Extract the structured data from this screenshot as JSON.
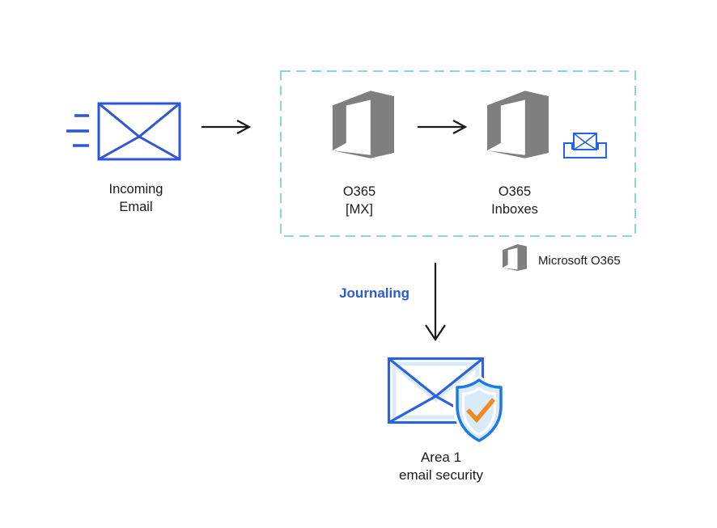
{
  "nodes": {
    "incoming_email": {
      "line1": "Incoming",
      "line2": "Email"
    },
    "o365_mx": {
      "line1": "O365",
      "line2": "[MX]"
    },
    "o365_inboxes": {
      "line1": "O365",
      "line2": "Inboxes"
    },
    "area1": {
      "line1": "Area 1",
      "line2": "email security"
    }
  },
  "labels": {
    "journaling": "Journaling",
    "legend": "Microsoft O365"
  },
  "icons": {
    "incoming_email": "envelope-with-speed-lines-icon",
    "o365": "microsoft-office-logo-icon",
    "inbox": "inbox-tray-envelope-icon",
    "area1": "envelope-shield-check-icon"
  },
  "colors": {
    "envelope_blue": "#2E56D6",
    "inbox_blue": "#2062E8",
    "office_gray": "#7F7F7F",
    "boundary_dash": "#8CD4DB",
    "arrow_black": "#1A1A1A",
    "journaling_blue": "#2B5BD8",
    "shield_blue": "#1B79E8",
    "secure_envelope_blue": "#2C63DB",
    "light_blue_fill": "#D9EAF8",
    "check_orange": "#F08A1E",
    "text_color": "#1B1B1B"
  }
}
